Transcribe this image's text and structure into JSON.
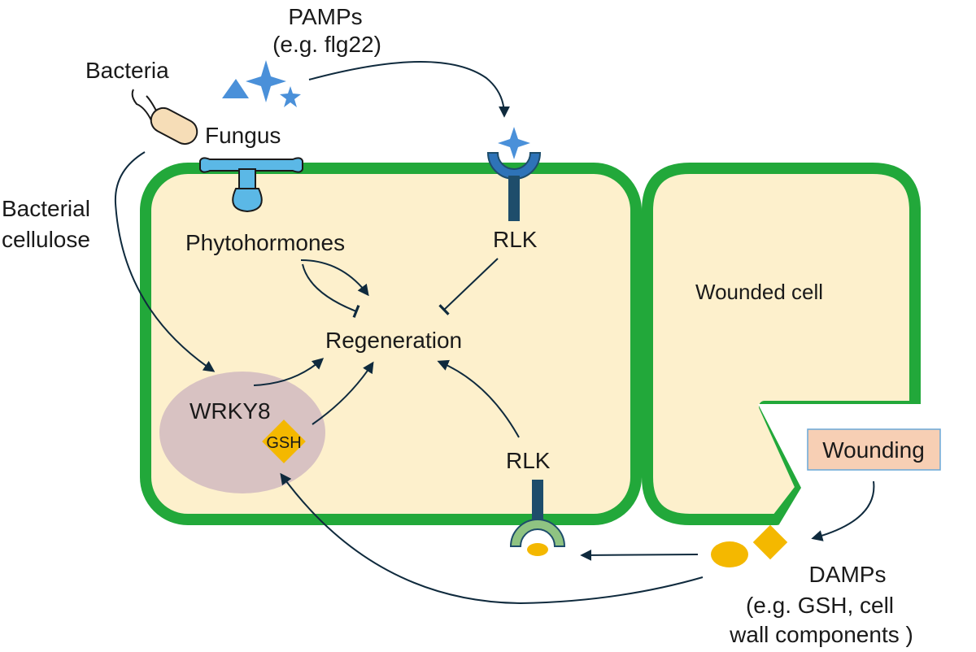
{
  "labels": {
    "pamps_line1": "PAMPs",
    "pamps_line2": "(e.g. flg22)",
    "bacteria": "Bacteria",
    "fungus": "Fungus",
    "bacterial_cellulose_line1": "Bacterial",
    "bacterial_cellulose_line2": "cellulose",
    "phytohormones": "Phytohormones",
    "rlk_top": "RLK",
    "rlk_bottom": "RLK",
    "regeneration": "Regeneration",
    "wrky8": "WRKY8",
    "gsh": "GSH",
    "wounded_cell": "Wounded cell",
    "wounding": "Wounding",
    "damps_line1": "DAMPs",
    "damps_line2": "(e.g. GSH, cell",
    "damps_line3": "wall components )"
  },
  "colors": {
    "cell_wall": "#22a83a",
    "cytoplasm": "#fdf0cc",
    "nucleus": "#d8c2c2",
    "pamp_blue": "#4a90d9",
    "fungus_blue": "#5bb8e6",
    "receptor_navy": "#1e4d6b",
    "receptor_green": "#8fc382",
    "damp_yellow": "#f4b800",
    "wounding_box": "#f7cfb4",
    "arrow": "#0f2a3d"
  }
}
